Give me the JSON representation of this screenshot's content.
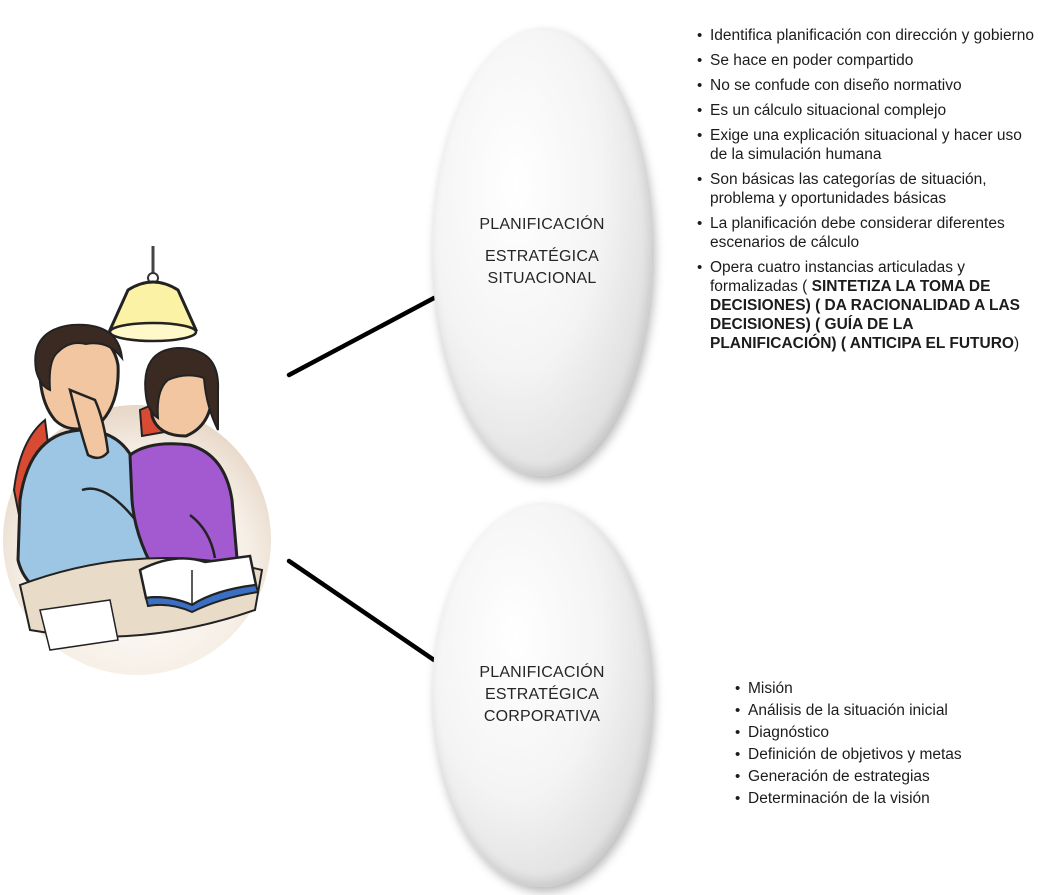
{
  "diagram": {
    "branches": [
      {
        "title_line1": "PLANIFICACIÓN",
        "title_line2": "ESTRATÉGICA",
        "title_line3": "SITUACIONAL",
        "items": [
          "Identifica planificación con dirección y gobierno",
          "Se hace en poder compartido",
          "No se confude con diseño normativo",
          "Es un cálculo situacional complejo",
          "Exige una explicación situacional y hacer uso de la simulación humana",
          "Son básicas las categorías de situación, problema y oportunidades básicas",
          "La planificación debe considerar diferentes escenarios de cálculo"
        ],
        "last_item": {
          "text": "Opera cuatro instancias articuladas y formalizadas    (",
          "bold_part_1": " SINTETIZA LA TOMA DE DECISIONES) ( DA RACIONALIDAD A LAS DECISIONES) ( GUÍA DE LA PLANIFICACIÓN) ( ANTICIPA EL FUTURO",
          "closing": ")"
        }
      },
      {
        "title_line1": "PLANIFICACIÓN",
        "title_line2": "ESTRATÉGICA",
        "title_line3": "CORPORATIVA",
        "items": [
          "Misión",
          "Análisis de la situación inicial",
          "Diagnóstico",
          "Definición de objetivos y metas",
          "Generación de estrategias",
          "Determinación de la visión"
        ]
      }
    ],
    "colors": {
      "connector": "#000000",
      "lamp_shade": "#fbf2a6",
      "man_shirt": "#9cc6e4",
      "woman_shirt": "#a35ad0",
      "hair": "#3a2a22",
      "skin": "#f1c6a0",
      "chair": "#d94a33",
      "table": "#e8dcc8"
    }
  }
}
